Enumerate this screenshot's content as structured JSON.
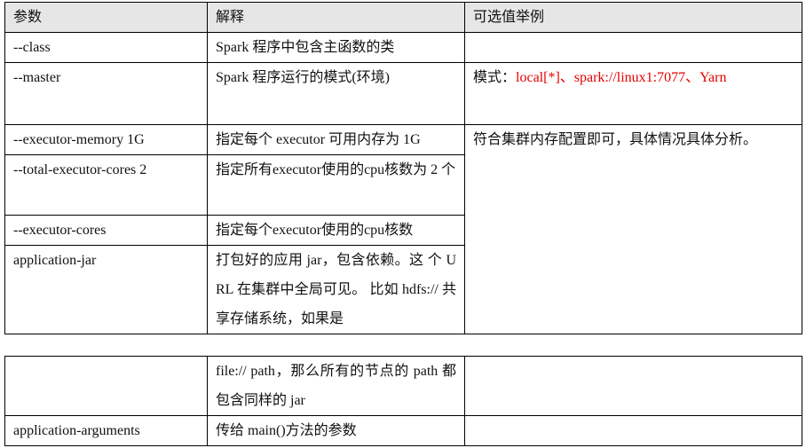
{
  "table": {
    "headers": [
      "参数",
      "解释",
      "可选值举例"
    ],
    "rows": [
      {
        "param": "--class",
        "desc": "Spark 程序中包含主函数的类",
        "example": ""
      },
      {
        "param": "--master",
        "desc": "Spark 程序运行的模式(环境)",
        "example_prefix": "模式：",
        "example_values": "local[*]、spark://linux1:7077、Yarn"
      },
      {
        "param": "--executor-memory 1G",
        "desc": "指定每个 executor 可用内存为 1G",
        "example": "符合集群内存配置即可，具体情况具体分析。"
      },
      {
        "param": "--total-executor-cores 2",
        "desc": "指定所有executor使用的cpu核数为 2 个"
      },
      {
        "param": "--executor-cores",
        "desc": "指定每个executor使用的cpu核数"
      },
      {
        "param": "application-jar",
        "desc": "打包好的应用 jar，包含依赖。这 个 URL 在集群中全局可见。 比如 hdfs:// 共享存储系统，如果是"
      }
    ],
    "continued_rows": [
      {
        "param": "",
        "desc": "file:// path，那么所有的节点的 path 都包含同样的 jar",
        "example": ""
      },
      {
        "param": "application-arguments",
        "desc": "传给 main()方法的参数",
        "example": ""
      }
    ]
  },
  "colors": {
    "header_bg": "#e6e6e6",
    "highlight_text": "#e60000",
    "border": "#000000"
  }
}
